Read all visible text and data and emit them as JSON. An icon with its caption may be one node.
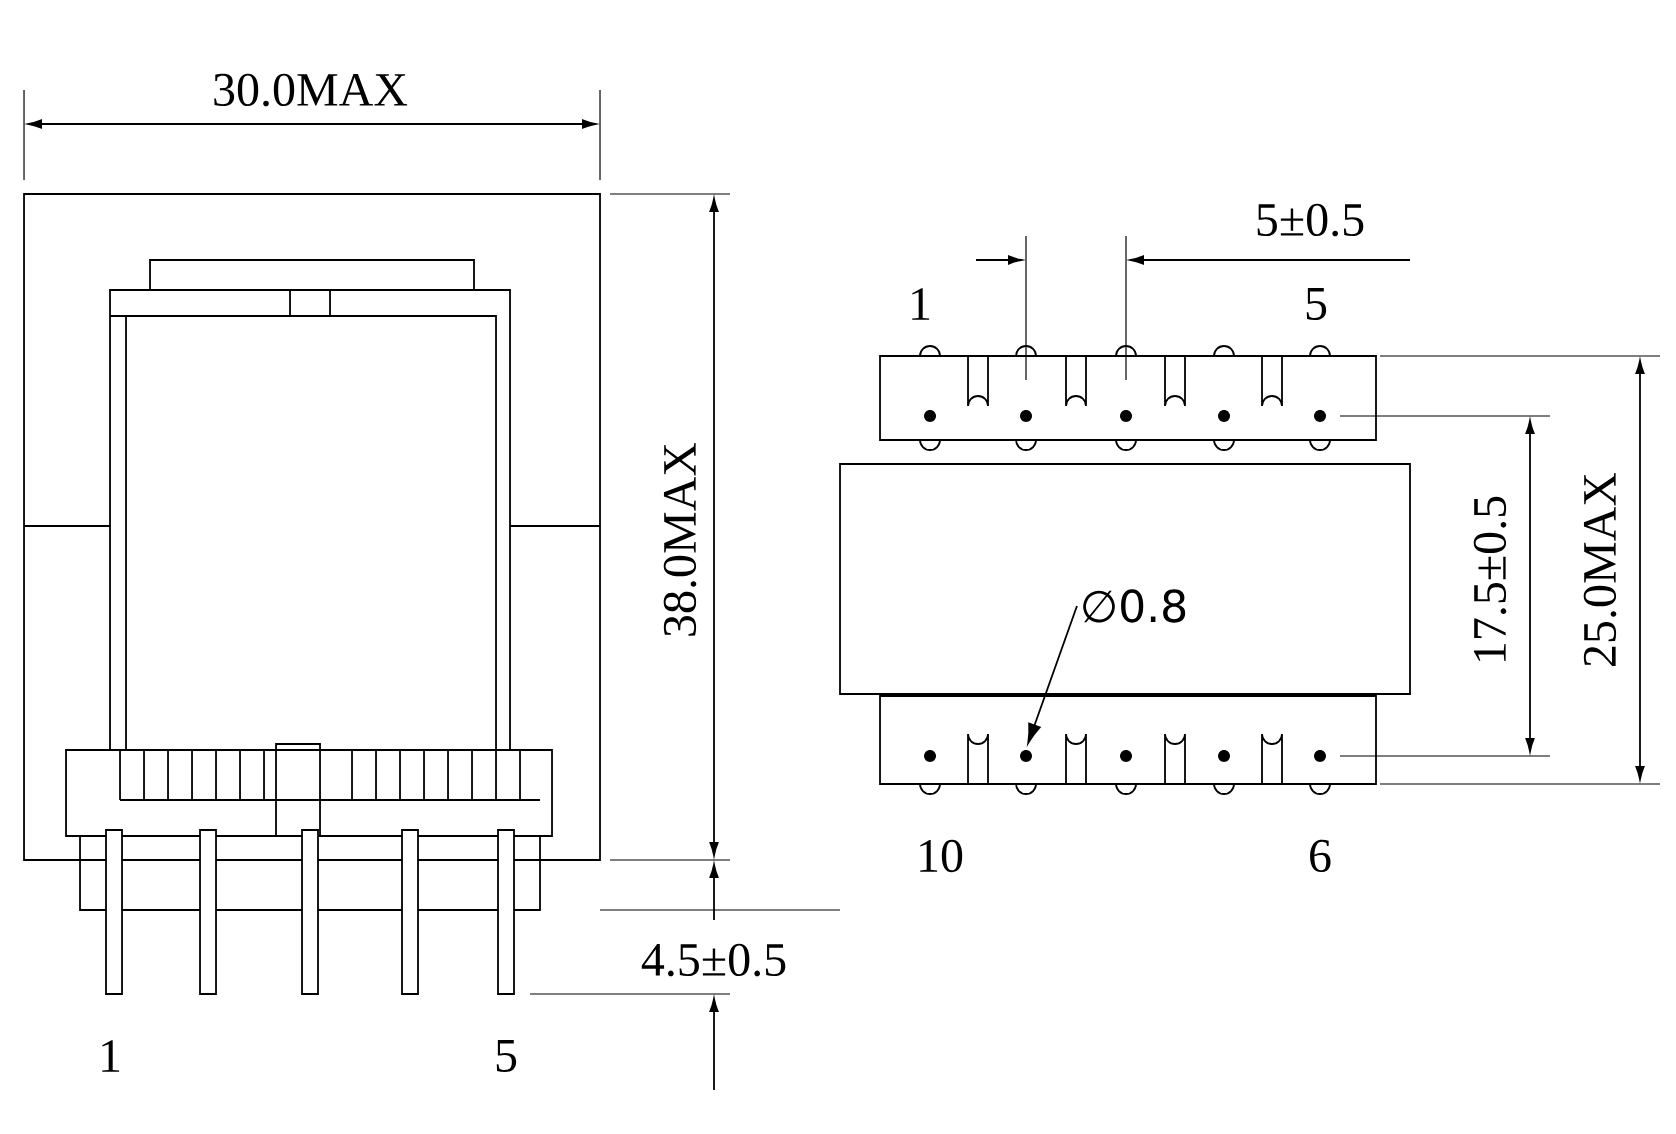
{
  "diagram": {
    "nodes": [
      {
        "text": [
          "∅0.8"
        ]
      },
      {
        "text": [],
        "shape": "circle"
      }
    ],
    "edges": [
      {
        "from": 0,
        "to": 1,
        "arrow": "to"
      }
    ],
    "labels": [
      "30.0MAX",
      "5±0.5",
      "1",
      "5",
      "38.0MAX",
      "17.5±0.5",
      "25.0MAX",
      "10",
      "6",
      "4.5±0.5",
      "1",
      "5"
    ]
  }
}
